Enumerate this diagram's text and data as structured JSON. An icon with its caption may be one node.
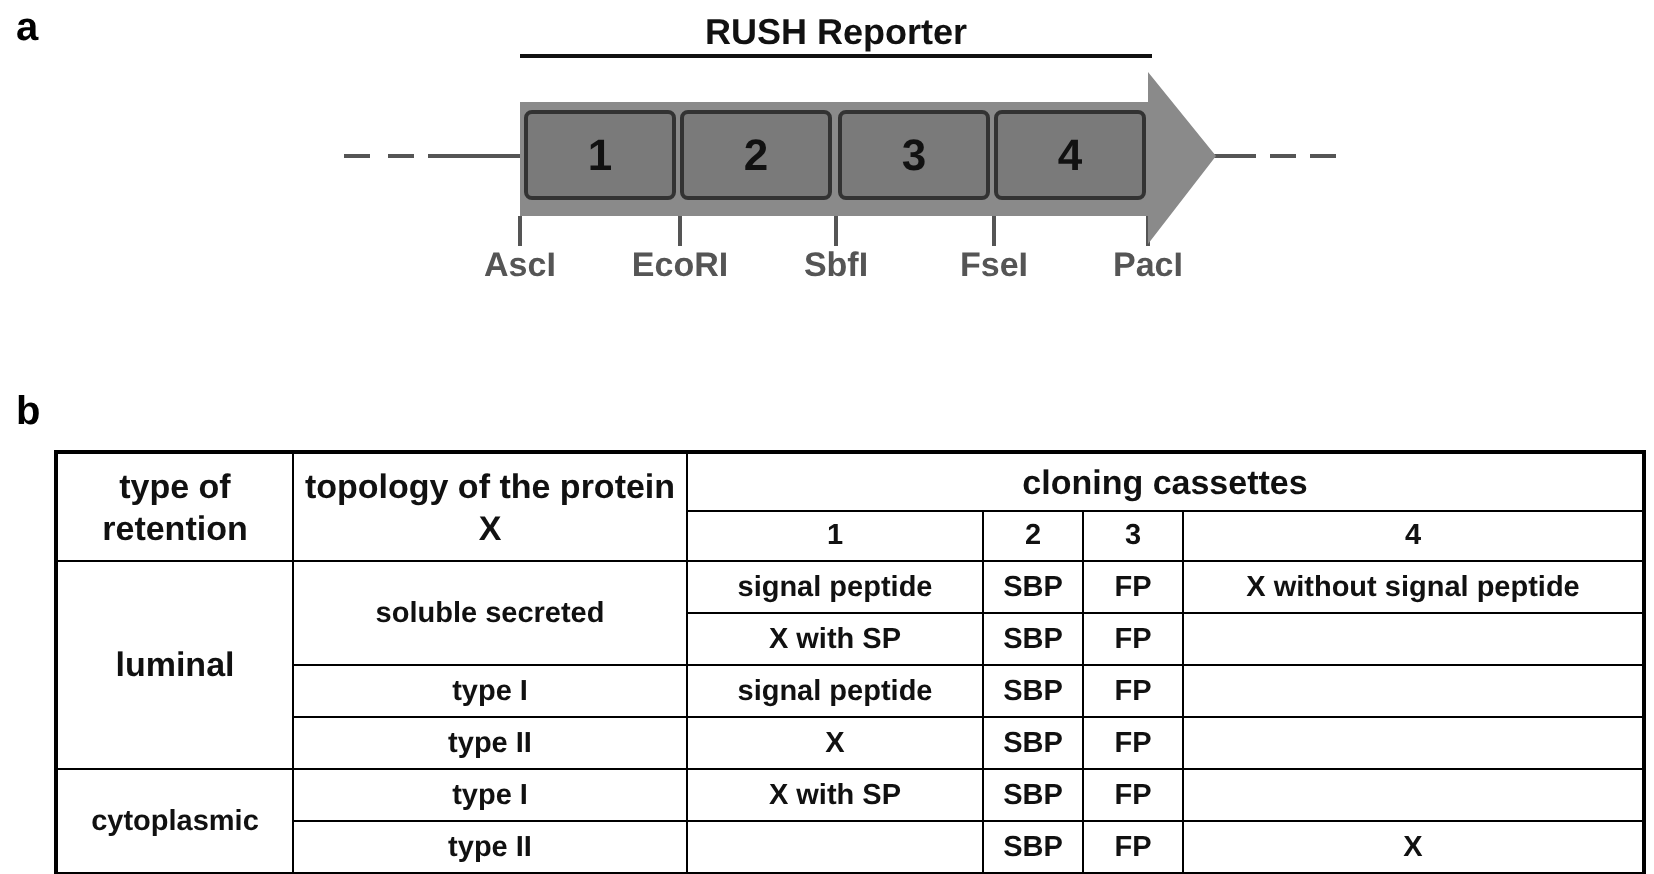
{
  "diagram": {
    "nodes": [
      {
        "text": [
          "RUSH Reporter"
        ]
      },
      {
        "text": [
          "1"
        ],
        "in": 0
      },
      {
        "text": [
          "2"
        ],
        "in": 0
      },
      {
        "text": [
          "3"
        ],
        "in": 0
      },
      {
        "text": [
          "4"
        ],
        "in": 0
      },
      {
        "text": [
          "AscI"
        ]
      },
      {
        "text": [
          "EcoRI"
        ]
      },
      {
        "text": [
          "SbfI"
        ]
      },
      {
        "text": [
          "FseI"
        ]
      },
      {
        "text": [
          "PacI"
        ]
      }
    ],
    "edges": [
      {
        "from": 5,
        "to": 0,
        "arrow": "none"
      },
      {
        "from": 6,
        "to": 0,
        "arrow": "none"
      },
      {
        "from": 7,
        "to": 0,
        "arrow": "none"
      },
      {
        "from": 8,
        "to": 0,
        "arrow": "none"
      },
      {
        "from": 9,
        "to": 0,
        "arrow": "none"
      }
    ],
    "labels": [
      "a",
      "b",
      "type of retention",
      "topology of the protein X",
      "cloning cassettes",
      "1",
      "2",
      "3",
      "4",
      "luminal",
      "soluble secreted",
      "signal peptide",
      "SBP",
      "FP",
      "X without signal peptide",
      "X with SP",
      "SBP",
      "FP",
      "type I",
      "signal peptide",
      "SBP",
      "FP",
      "type II",
      "X",
      "SBP",
      "FP",
      "cytoplasmic",
      "type I",
      "X with SP",
      "SBP",
      "FP",
      "type II",
      "SBP",
      "FP",
      "X"
    ]
  }
}
